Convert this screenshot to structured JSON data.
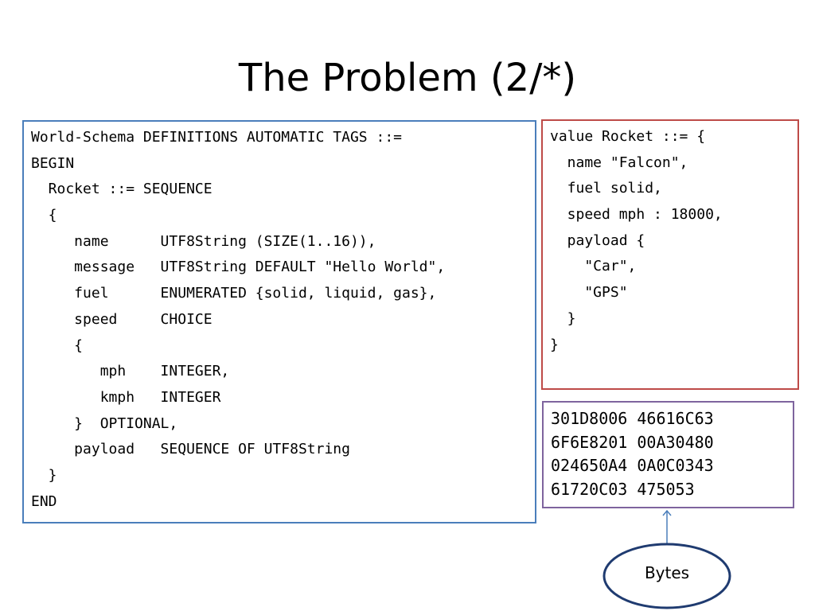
{
  "slide": {
    "title": "The Problem (2/*)"
  },
  "schema": {
    "lines": [
      "World-Schema DEFINITIONS AUTOMATIC TAGS ::=",
      "BEGIN",
      "  Rocket ::= SEQUENCE",
      "  {",
      "     name      UTF8String (SIZE(1..16)),",
      "     message   UTF8String DEFAULT \"Hello World\",",
      "     fuel      ENUMERATED {solid, liquid, gas},",
      "     speed     CHOICE",
      "     {",
      "        mph    INTEGER,",
      "        kmph   INTEGER",
      "     }  OPTIONAL,",
      "     payload   SEQUENCE OF UTF8String",
      "  }",
      "END"
    ]
  },
  "value": {
    "lines": [
      "value Rocket ::= {",
      "  name \"Falcon\",",
      "  fuel solid,",
      "  speed mph : 18000,",
      "  payload {",
      "    \"Car\",",
      "    \"GPS\"",
      "  }",
      "}"
    ]
  },
  "bytes": {
    "lines": [
      "301D8006 46616C63",
      "6F6E8201 00A30480",
      "024650A4 0A0C0343",
      "61720C03 475053"
    ],
    "callout_label": "Bytes"
  },
  "colors": {
    "schema_border": "#4a7ebb",
    "value_border": "#be4b48",
    "bytes_border": "#7e649e",
    "callout_border": "#1f3b70",
    "arrow": "#4a7ebb"
  }
}
